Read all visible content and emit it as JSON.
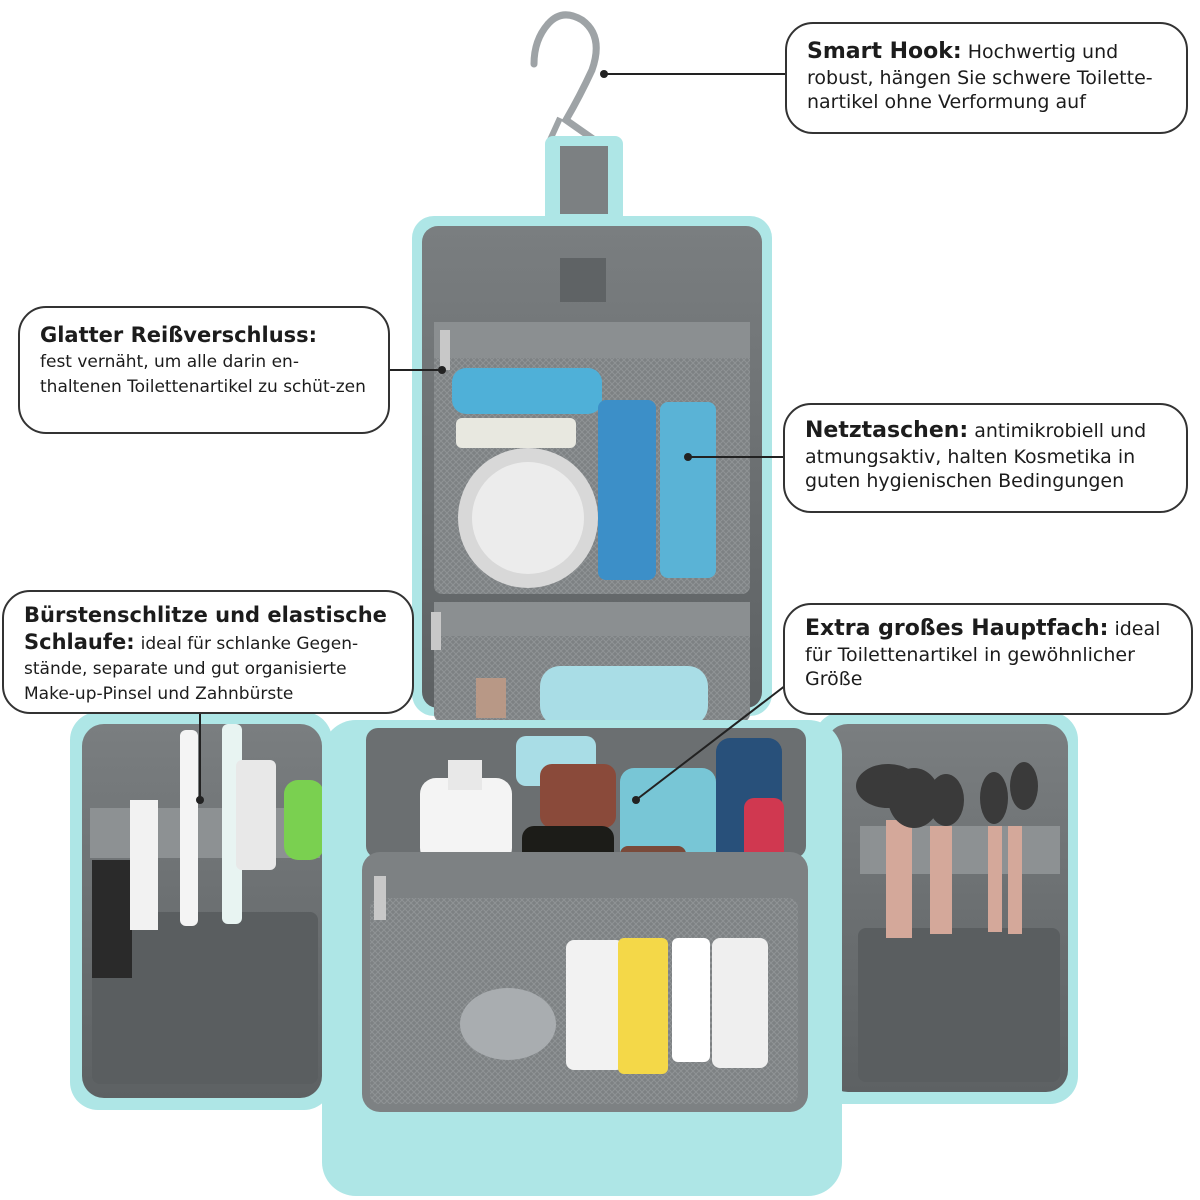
{
  "callouts": {
    "hook": {
      "title": "Smart Hook:",
      "text": "Hochwertig und robust, hängen Sie schwere Toilette-nartikel ohne Verformung auf"
    },
    "zip": {
      "title": "Glatter Reißverschluss:",
      "text": "fest vernäht, um alle darin en-thaltenen Toilettenartikel zu schüt-zen"
    },
    "net": {
      "title": "Netztaschen:",
      "text": "antimikrobiell und atmungsaktiv, halten Kosmetika in guten hygienischen Bedingungen"
    },
    "brush": {
      "title_line1": "Bürstenschlitze und elastische",
      "title_line2": "Schlaufe:",
      "text": "ideal für schlanke Gegen-stände, separate und gut organisierte Make-up-Pinsel und Zahnbürste"
    },
    "main": {
      "title": "Extra großes Hauptfach:",
      "text": "ideal für Toilettenartikel in gewöhnlicher Größe"
    }
  },
  "colors": {
    "mint": "#aee6e6",
    "lining_gray": "#6e7274",
    "mesh_gray": "#8a8e90",
    "outline": "#333333"
  }
}
